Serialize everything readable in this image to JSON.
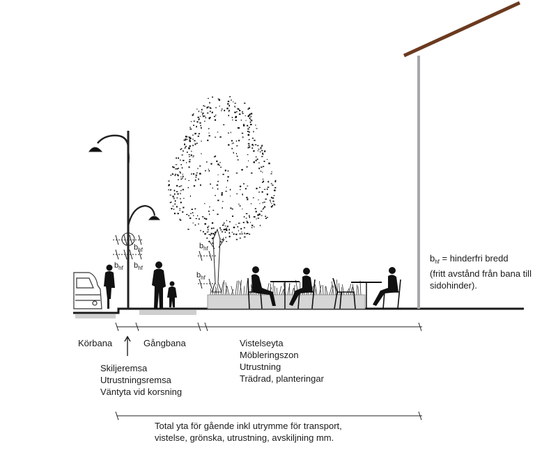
{
  "zones": {
    "korbana": "Körbana",
    "gangbana": "Gångbana",
    "vistelseyta_lines": [
      "Vistelseyta",
      "Möbleringszon",
      "Utrustning",
      "Trädrad, planteringar"
    ],
    "skiljeremsa_lines": [
      "Skiljeremsa",
      "Utrustningsremsa",
      "Väntyta vid korsning"
    ]
  },
  "symbol": {
    "b": "b",
    "hf": "hf"
  },
  "legend": {
    "definition": "= hinderfri bredd",
    "line2": "(fritt avstånd från bana till",
    "line3": "sidohinder)."
  },
  "total": {
    "line1": "Total yta för gående inkl utrymme för transport,",
    "line2": "vistelse, grönska, utrustning, avskiljning mm."
  },
  "colors": {
    "ground": "#1a1a1a",
    "curb_fill": "#cfcfcf",
    "planter": "#d6d6d6",
    "canopy_pole": "#a7a7ab",
    "canopy_roof": "#6b3a1f"
  }
}
